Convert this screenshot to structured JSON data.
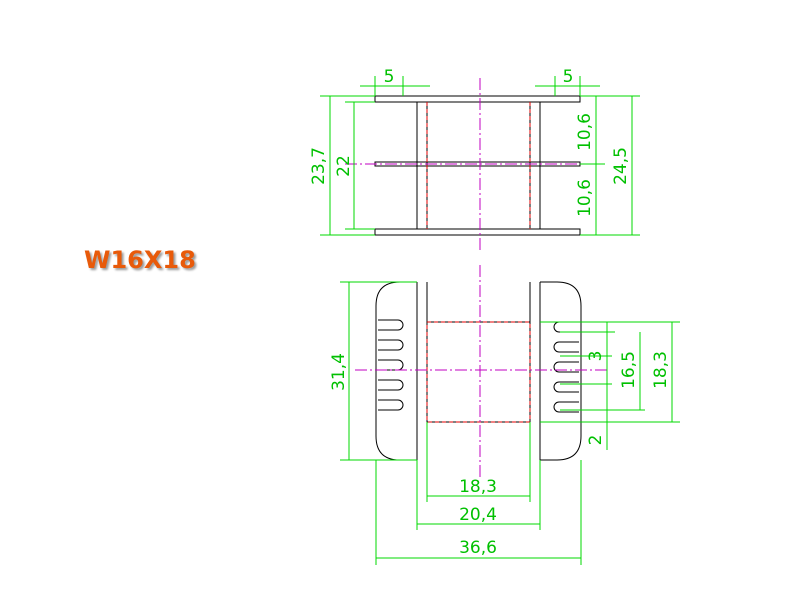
{
  "title": "W16X18",
  "colors": {
    "title": "#e85a0a",
    "dimension": "#00c000",
    "outline": "#000000",
    "hidden": "#e00000",
    "centerline": "#c000c0"
  },
  "dimensions": {
    "top_left_width": "5",
    "top_right_width": "5",
    "left_outer_height": "23,7",
    "left_inner_height": "22",
    "right_upper": "10,6",
    "right_lower": "10,6",
    "right_total": "24,5",
    "front_height": "31,4",
    "slot_3": "3",
    "slot_16_5": "16,5",
    "slot_18_3": "18,3",
    "gap_2": "2",
    "bottom_inner": "18,3",
    "bottom_mid": "20,4",
    "bottom_overall": "36,6"
  }
}
